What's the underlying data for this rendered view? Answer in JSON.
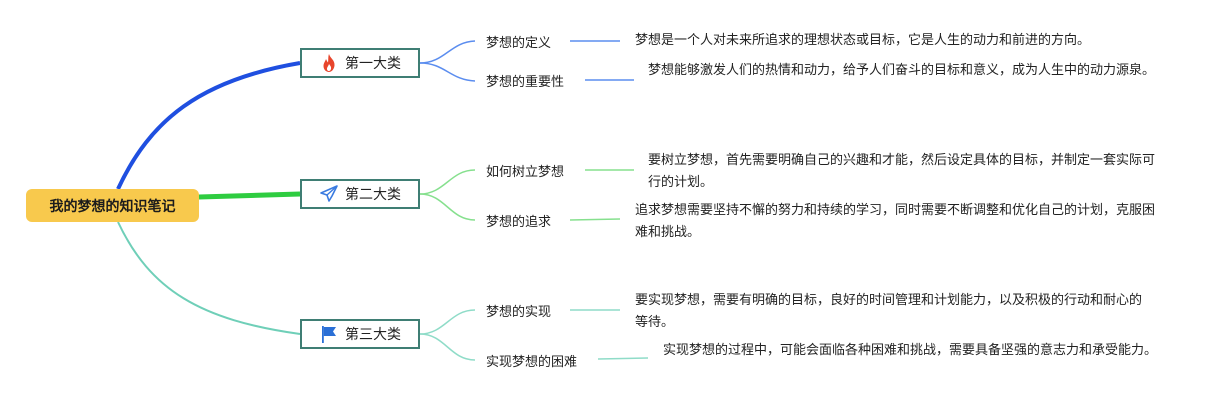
{
  "root": {
    "title": "我的梦想的知识笔记"
  },
  "categories": [
    {
      "label": "第一大类",
      "icon": "fire-icon",
      "items": [
        {
          "title": "梦想的定义",
          "desc": "梦想是一个人对未来所追求的理想状态或目标，它是人生的动力和前进的方向。"
        },
        {
          "title": "梦想的重要性",
          "desc": "梦想能够激发人们的热情和动力，给予人们奋斗的目标和意义，成为人生中的动力源泉。"
        }
      ]
    },
    {
      "label": "第二大类",
      "icon": "paper-plane-icon",
      "items": [
        {
          "title": "如何树立梦想",
          "desc": "要树立梦想，首先需要明确自己的兴趣和才能，然后设定具体的目标，并制定一套实际可行的计划。"
        },
        {
          "title": "梦想的追求",
          "desc": "追求梦想需要坚持不懈的努力和持续的学习，同时需要不断调整和优化自己的计划，克服困难和挑战。"
        }
      ]
    },
    {
      "label": "第三大类",
      "icon": "flag-icon",
      "items": [
        {
          "title": "梦想的实现",
          "desc": "要实现梦想，需要有明确的目标，良好的时间管理和计划能力，以及积极的行动和耐心的等待。"
        },
        {
          "title": "实现梦想的困难",
          "desc": "实现梦想的过程中，可能会面临各种困难和挑战，需要具备坚强的意志力和承受能力。"
        }
      ]
    }
  ],
  "colors": {
    "root_fill": "#f8c94d",
    "branch_1": "#1f4fe0",
    "branch_2": "#2ecc40",
    "branch_3": "#6fcfb8",
    "category_border": "#3f7e74",
    "sub_connector_1": "#5b8def",
    "sub_connector_2": "#86e08e",
    "sub_connector_3": "#8fdcc8",
    "fire_icon": "#e8452c",
    "plane_icon": "#3a7be0",
    "flag_icon": "#2a6fd6"
  }
}
